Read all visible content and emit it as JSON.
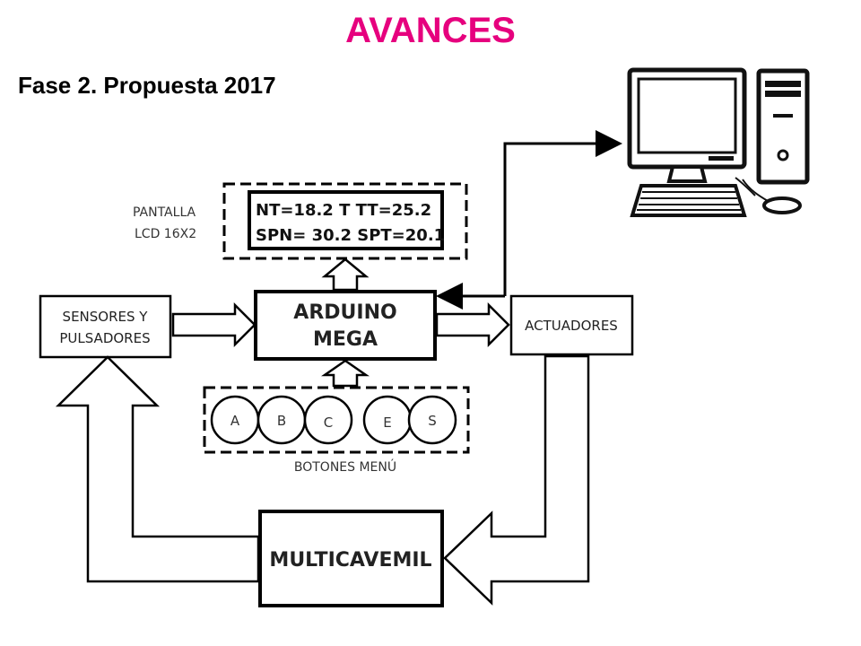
{
  "slide": {
    "title": "AVANCES",
    "subtitle": "Fase 2. Propuesta 2017",
    "title_color": "#e6007e"
  },
  "diagram": {
    "lcd": {
      "caption_line1": "PANTALLA",
      "caption_line2": "LCD 16X2",
      "line1": "NT=18.2 T TT=25.2",
      "line2": "SPN= 30.2 SPT=20.1"
    },
    "sensors": {
      "line1": "SENSORES Y",
      "line2": "PULSADORES"
    },
    "arduino": {
      "line1": "ARDUINO",
      "line2": "MEGA"
    },
    "actuators": {
      "label": "ACTUADORES"
    },
    "buttons": {
      "caption": "BOTONES MENÚ",
      "items": [
        "A",
        "B",
        "C",
        "E",
        "S"
      ]
    },
    "multicavemil": {
      "label": "MULTICAVEMIL"
    },
    "computer": {
      "icon": "desktop-computer-icon"
    }
  }
}
